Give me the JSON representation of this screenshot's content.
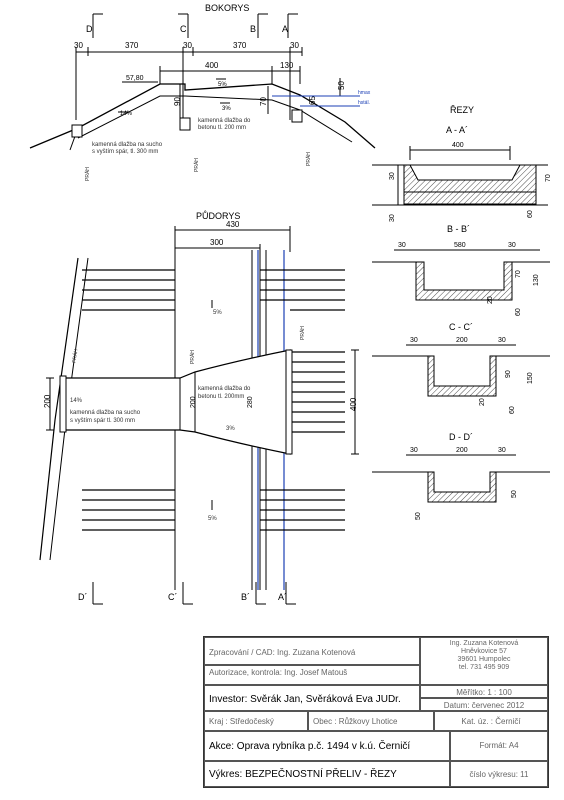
{
  "side_view": {
    "title": "BOKORYS",
    "section_marks": [
      "D",
      "C",
      "B",
      "A"
    ],
    "dims_top": [
      "30",
      "370",
      "30",
      "370",
      "30"
    ],
    "dim_400": "400",
    "dim_130": "130",
    "dim_50": "50",
    "level_top": "57,80",
    "h_90": "90",
    "h_70": "70",
    "h_65": "65",
    "slope_left": "14%",
    "slope_mid_top": "5%",
    "slope_mid": "3%",
    "water_max": "hmax",
    "water_norm": "hstál.",
    "note_left": [
      "kamenná dlažba na sucho",
      "s vyštím spár, tl. 300 mm"
    ],
    "note_mid": [
      "kamenná dlažba do",
      "betonu tl. 200 mm"
    ],
    "prah": "PRÁH"
  },
  "plan_view": {
    "title": "PŮDORYS",
    "dim_430": "430",
    "dim_300": "300",
    "dim_200_left": "200",
    "dim_200_mid": "200",
    "dim_280": "280",
    "dim_400": "400",
    "slope_top": "5%",
    "slope_left": "14%",
    "slope_mid": "3%",
    "slope_bottom": "5%",
    "note_mid": [
      "kamenná dlažba do",
      "betonu tl. 200mm"
    ],
    "note_left": [
      "kamenná dlažba na sucho",
      "s vyštím spár tl. 300 mm"
    ],
    "prah": "PRÁH",
    "section_marks": [
      "D´",
      "C´",
      "B´",
      "A´"
    ]
  },
  "sections": {
    "title": "ŘEZY",
    "aa": {
      "label": "A - A´",
      "dim_top": "400",
      "dim_30a": "30",
      "dim_30b": "30",
      "dim_70": "70",
      "dim_60": "60"
    },
    "bb": {
      "label": "B - B´",
      "dim_30a": "30",
      "dim_580": "580",
      "dim_30b": "30",
      "dim_70": "70",
      "dim_130": "130",
      "dim_20": "20",
      "dim_60": "60"
    },
    "cc": {
      "label": "C - C´",
      "dim_30a": "30",
      "dim_200": "200",
      "dim_30b": "30",
      "dim_90": "90",
      "dim_150": "150",
      "dim_20": "20",
      "dim_60": "60"
    },
    "dd": {
      "label": "D - D´",
      "dim_30a": "30",
      "dim_200": "200",
      "dim_30b": "30",
      "dim_50a": "50",
      "dim_50b": "50"
    }
  },
  "title_block": {
    "prepared": "Zpracování / CAD: Ing. Zuzana Kotenová",
    "authorized": "Autorizace, kontrola: Ing. Josef Matouš",
    "address": [
      "Ing. Zuzana Kotenová",
      "Hněvkovice 57",
      "39601 Humpolec",
      "tel.  731 495 909"
    ],
    "scale": "Měřítko: 1 : 100",
    "date": "Datum: červenec 2012",
    "investor": "Investor: Svěrák Jan, Svěráková Eva JUDr.",
    "region": "Kraj : Středočeský",
    "municipality": "Obec : Růžkovy Lhotice",
    "cadastre": "Kat. úz. : Černičí",
    "action": "Akce: Oprava rybníka p.č. 1494 v k.ú. Černičí",
    "format": "Formát: A4",
    "drawing": "Výkres: BEZPEČNOSTNÍ PŘELIV - ŘEZY",
    "drawing_no": "číslo výkresu: 11"
  }
}
